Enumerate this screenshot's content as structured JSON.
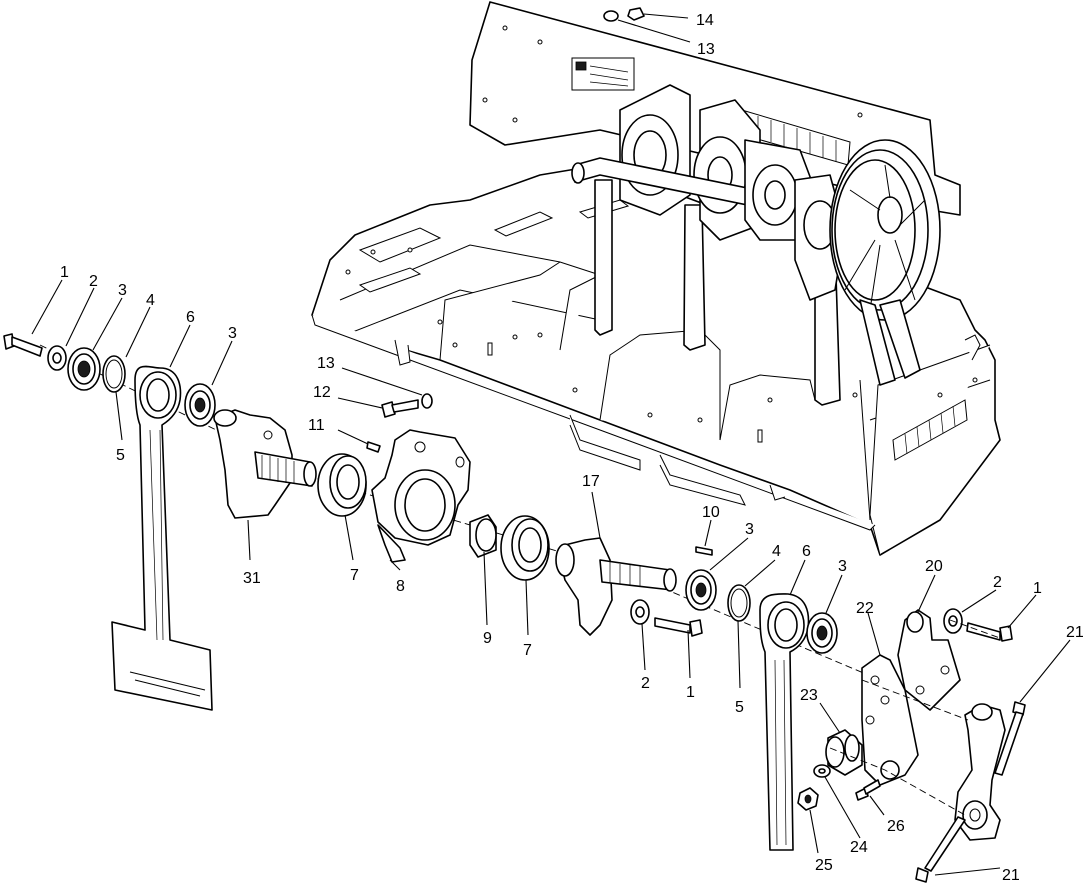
{
  "diagram": {
    "callouts": [
      {
        "id": "c1a",
        "label": "1"
      },
      {
        "id": "c2a",
        "label": "2"
      },
      {
        "id": "c3a",
        "label": "3"
      },
      {
        "id": "c4a",
        "label": "4"
      },
      {
        "id": "c6a",
        "label": "6"
      },
      {
        "id": "c3b",
        "label": "3"
      },
      {
        "id": "c5a",
        "label": "5"
      },
      {
        "id": "c13a",
        "label": "13"
      },
      {
        "id": "c12",
        "label": "12"
      },
      {
        "id": "c11",
        "label": "11"
      },
      {
        "id": "c31",
        "label": "31"
      },
      {
        "id": "c7a",
        "label": "7"
      },
      {
        "id": "c8",
        "label": "8"
      },
      {
        "id": "c9",
        "label": "9"
      },
      {
        "id": "c7b",
        "label": "7"
      },
      {
        "id": "c17",
        "label": "17"
      },
      {
        "id": "c10",
        "label": "10"
      },
      {
        "id": "c3c",
        "label": "3"
      },
      {
        "id": "c4b",
        "label": "4"
      },
      {
        "id": "c6b",
        "label": "6"
      },
      {
        "id": "c3d",
        "label": "3"
      },
      {
        "id": "c2b",
        "label": "2"
      },
      {
        "id": "c1b",
        "label": "1"
      },
      {
        "id": "c5b",
        "label": "5"
      },
      {
        "id": "c20",
        "label": "20"
      },
      {
        "id": "c2c",
        "label": "2"
      },
      {
        "id": "c1c",
        "label": "1"
      },
      {
        "id": "c21a",
        "label": "21"
      },
      {
        "id": "c22",
        "label": "22"
      },
      {
        "id": "c23",
        "label": "23"
      },
      {
        "id": "c24",
        "label": "24"
      },
      {
        "id": "c25",
        "label": "25"
      },
      {
        "id": "c26",
        "label": "26"
      },
      {
        "id": "c21b",
        "label": "21"
      },
      {
        "id": "c14",
        "label": "14"
      },
      {
        "id": "c13b",
        "label": "13"
      }
    ]
  }
}
